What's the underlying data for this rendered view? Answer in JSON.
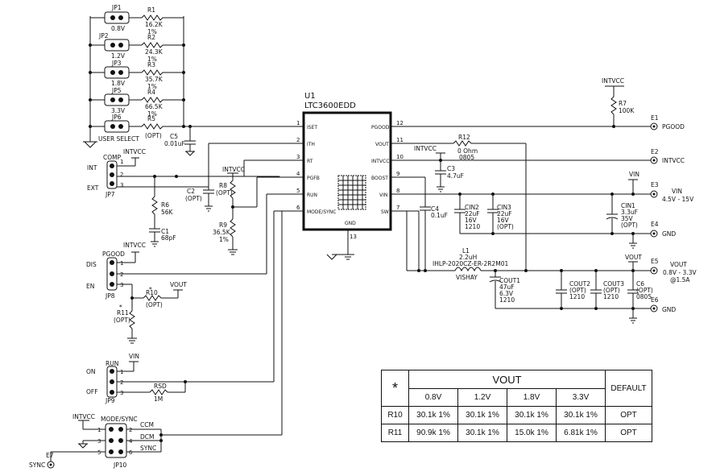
{
  "ic": {
    "ref": "U1",
    "part": "LTC3600EDD",
    "left_pins": [
      {
        "num": "1",
        "name": "ISET"
      },
      {
        "num": "2",
        "name": "ITH"
      },
      {
        "num": "3",
        "name": "RT"
      },
      {
        "num": "4",
        "name": "PGFB"
      },
      {
        "num": "5",
        "name": "RUN"
      },
      {
        "num": "6",
        "name": "MODE/SYNC"
      }
    ],
    "right_pins": [
      {
        "num": "12",
        "name": "PGOOD"
      },
      {
        "num": "11",
        "name": "VOUT"
      },
      {
        "num": "10",
        "name": "INTVCC"
      },
      {
        "num": "9",
        "name": "BOOST"
      },
      {
        "num": "8",
        "name": "VIN"
      },
      {
        "num": "7",
        "name": "SW"
      }
    ],
    "gnd": {
      "num": "13",
      "name": "GND"
    }
  },
  "select_jumpers": [
    {
      "ref": "JP1",
      "volt": "0.8V",
      "res": "R1",
      "val": "16.2K",
      "tol": "1%"
    },
    {
      "ref": "JP2",
      "volt": "1.2V",
      "res": "R2",
      "val": "24.3K",
      "tol": "1%"
    },
    {
      "ref": "JP3",
      "volt": "1.8V",
      "res": "R3",
      "val": "35.7K",
      "tol": "1%"
    },
    {
      "ref": "JP5",
      "volt": "3.3V",
      "res": "R4",
      "val": "66.5K",
      "tol": "1%"
    },
    {
      "ref": "JP6",
      "volt": "USER SELECT",
      "res": "R5",
      "val": "(OPT)",
      "tol": ""
    }
  ],
  "c5": {
    "ref": "C5",
    "val": "0.01uF"
  },
  "jp7": {
    "ref": "JP7",
    "top": "COMP",
    "int": "INT",
    "ext": "EXT",
    "supply": "INTVCC"
  },
  "r6": {
    "ref": "R6",
    "val": "56K"
  },
  "c1": {
    "ref": "C1",
    "val": "68pF"
  },
  "c2": {
    "ref": "C2",
    "val": "(OPT)"
  },
  "r8": {
    "ref": "R8",
    "val": "(OPT)",
    "supply": "INTVCC"
  },
  "r9": {
    "ref": "R9",
    "val": "36.5K",
    "tol": "1%"
  },
  "jp8": {
    "ref": "JP8",
    "top": "PGOOD",
    "dis": "DIS",
    "en": "EN",
    "supply": "INTVCC"
  },
  "r10": {
    "ref": "R10",
    "val": "(OPT)",
    "mark": "*",
    "net": "VOUT"
  },
  "r11": {
    "ref": "R11",
    "val": "(OPT)",
    "mark": "*"
  },
  "jp9": {
    "ref": "JP9",
    "top": "RUN",
    "on": "ON",
    "off": "OFF",
    "supply": "VIN"
  },
  "rsd": {
    "ref": "RSD",
    "val": "1M"
  },
  "jp10": {
    "ref": "JP10",
    "top": "MODE/SYNC",
    "supply": "INTVCC",
    "ccm": "CCM",
    "dcm": "DCM",
    "sync": "SYNC"
  },
  "e7": {
    "ref": "E7",
    "name": "SYNC"
  },
  "r7": {
    "ref": "R7",
    "val": "100K",
    "supply": "INTVCC"
  },
  "r12": {
    "ref": "R12",
    "val": "0 Ohm",
    "pkg": "0805"
  },
  "c3": {
    "ref": "C3",
    "val": "4.7uF",
    "supply": "INTVCC"
  },
  "c4": {
    "ref": "C4",
    "val": "0.1uF"
  },
  "cin2": {
    "ref": "CIN2",
    "val": "22uF",
    "v": "16V",
    "pkg": "1210"
  },
  "cin3": {
    "ref": "CIN3",
    "val": "22uF",
    "v": "16V",
    "pkg": "(OPT)"
  },
  "cin1": {
    "ref": "CIN1",
    "val": "3.3uF",
    "v": "35V",
    "pkg": "(OPT)",
    "supply": "VIN"
  },
  "l1": {
    "ref": "L1",
    "val": "2.2uH",
    "part": "IHLP-2020CZ-ER-2R2M01",
    "mfr": "VISHAY"
  },
  "cout1": {
    "ref": "COUT1",
    "val": "47uF",
    "v": "6.3V",
    "pkg": "1210"
  },
  "cout2": {
    "ref": "COUT2",
    "val": "(OPT)",
    "pkg": "1210"
  },
  "cout3": {
    "ref": "COUT3",
    "val": "(OPT)",
    "pkg": "1210"
  },
  "c6": {
    "ref": "C6",
    "val": "(OPT)",
    "pkg": "0805"
  },
  "terminals": [
    {
      "ref": "E1",
      "name": "PGOOD",
      "sub": ""
    },
    {
      "ref": "E2",
      "name": "INTVCC",
      "sub": ""
    },
    {
      "ref": "E3",
      "name": "VIN",
      "sub": "4.5V - 15V"
    },
    {
      "ref": "E4",
      "name": "GND",
      "sub": ""
    },
    {
      "ref": "E5",
      "name": "VOUT",
      "sub": "0.8V - 3.3V",
      "sub2": "@1.5A"
    },
    {
      "ref": "E6",
      "name": "GND",
      "sub": ""
    }
  ],
  "vout_net": "VOUT",
  "vin_net": "VIN",
  "table": {
    "star": "*",
    "vout": "VOUT",
    "default": "DEFAULT",
    "cols": [
      "0.8V",
      "1.2V",
      "1.8V",
      "3.3V"
    ],
    "rows": [
      {
        "name": "R10",
        "vals": [
          "30.1k 1%",
          "30.1k 1%",
          "30.1k 1%",
          "30.1k 1%"
        ],
        "def": "OPT"
      },
      {
        "name": "R11",
        "vals": [
          "90.9k 1%",
          "30.1k 1%",
          "15.0k 1%",
          "6.81k 1%"
        ],
        "def": "OPT"
      }
    ]
  }
}
